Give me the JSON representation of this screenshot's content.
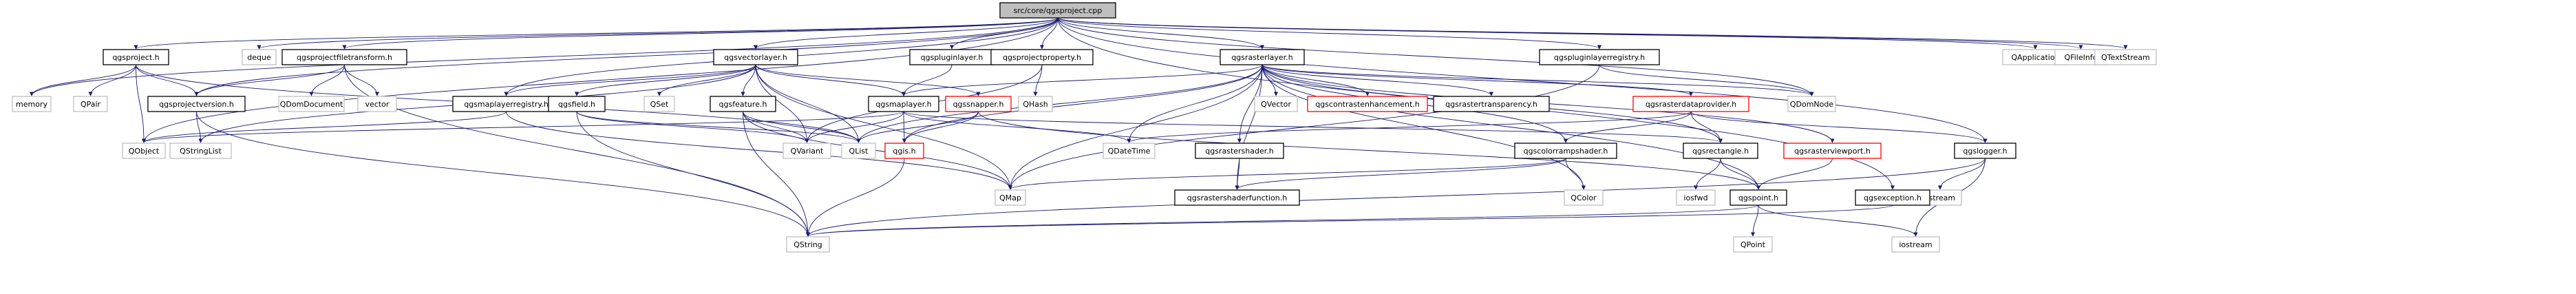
{
  "title": "include dependency graph for qgsproject.cpp",
  "colors": {
    "edge": "#191970",
    "root_fill": "#bfbfbf",
    "root_border": "#000000",
    "node_border": "#000000",
    "plain_border": "#bfbfbf",
    "missing_border": "#ff0000"
  },
  "nodes": [
    {
      "id": "root",
      "label": "src/core/qgsproject.cpp",
      "style": "root"
    },
    {
      "id": "qgsproject_h",
      "label": "qgsproject.h",
      "style": "doc"
    },
    {
      "id": "deque",
      "label": "deque",
      "style": "plain"
    },
    {
      "id": "qgsprojectfiletransform_h",
      "label": "qgsprojectfiletransform.h",
      "style": "doc"
    },
    {
      "id": "qgsvectorlayer_h",
      "label": "qgsvectorlayer.h",
      "style": "doc"
    },
    {
      "id": "qgspluginlayer_h",
      "label": "qgspluginlayer.h",
      "style": "doc"
    },
    {
      "id": "qgsprojectproperty_h",
      "label": "qgsprojectproperty.h",
      "style": "doc"
    },
    {
      "id": "qgsrasterlayer_h",
      "label": "qgsrasterlayer.h",
      "style": "doc"
    },
    {
      "id": "qgspluginlayerregistry_h",
      "label": "qgspluginlayerregistry.h",
      "style": "doc"
    },
    {
      "id": "qapplication",
      "label": "QApplication",
      "style": "plain"
    },
    {
      "id": "qfileinfo",
      "label": "QFileInfo",
      "style": "plain"
    },
    {
      "id": "qtextstream",
      "label": "QTextStream",
      "style": "plain"
    },
    {
      "id": "memory",
      "label": "memory",
      "style": "plain"
    },
    {
      "id": "qpair",
      "label": "QPair",
      "style": "plain"
    },
    {
      "id": "qgsprojectversion_h",
      "label": "qgsprojectversion.h",
      "style": "doc"
    },
    {
      "id": "qdomdocument",
      "label": "QDomDocument",
      "style": "plain"
    },
    {
      "id": "vector",
      "label": "vector",
      "style": "plain"
    },
    {
      "id": "qgsmaplayerregistry_h",
      "label": "qgsmaplayerregistry.h",
      "style": "doc"
    },
    {
      "id": "qgsfield_h",
      "label": "qgsfield.h",
      "style": "doc"
    },
    {
      "id": "qset",
      "label": "QSet",
      "style": "plain"
    },
    {
      "id": "qgsfeature_h",
      "label": "qgsfeature.h",
      "style": "doc"
    },
    {
      "id": "qgsmaplayer_h",
      "label": "qgsmaplayer.h",
      "style": "doc"
    },
    {
      "id": "qgssnapper_h",
      "label": "qgssnapper.h",
      "style": "missing"
    },
    {
      "id": "qhash",
      "label": "QHash",
      "style": "plain"
    },
    {
      "id": "qvector",
      "label": "QVector",
      "style": "plain"
    },
    {
      "id": "qgscontrastenhancement_h",
      "label": "qgscontrastenhancement.h",
      "style": "missing"
    },
    {
      "id": "qgsrastertransparency_h",
      "label": "qgsrastertransparency.h",
      "style": "doc"
    },
    {
      "id": "qgsrasterdataprovider_h",
      "label": "qgsrasterdataprovider.h",
      "style": "missing"
    },
    {
      "id": "qdomnode",
      "label": "QDomNode",
      "style": "plain"
    },
    {
      "id": "qgsobject",
      "label": "QObject",
      "style": "plain"
    },
    {
      "id": "qstringlist",
      "label": "QStringList",
      "style": "plain"
    },
    {
      "id": "qvariant",
      "label": "QVariant",
      "style": "plain"
    },
    {
      "id": "qlist",
      "label": "QList",
      "style": "plain"
    },
    {
      "id": "qgis_h",
      "label": "qgis.h",
      "style": "missing"
    },
    {
      "id": "qdatetime",
      "label": "QDateTime",
      "style": "plain"
    },
    {
      "id": "qgsrastershader_h",
      "label": "qgsrastershader.h",
      "style": "doc"
    },
    {
      "id": "qgscolorrampshader_h",
      "label": "qgscolorrampshader.h",
      "style": "doc"
    },
    {
      "id": "qgsrectangle_h",
      "label": "qgsrectangle.h",
      "style": "doc"
    },
    {
      "id": "qgsrasterviewport_h",
      "label": "qgsrasterviewport.h",
      "style": "missing"
    },
    {
      "id": "qgslogger_h",
      "label": "qgslogger.h",
      "style": "doc"
    },
    {
      "id": "qmap",
      "label": "QMap",
      "style": "plain"
    },
    {
      "id": "qgsrastershaderfunction_h",
      "label": "qgsrastershaderfunction.h",
      "style": "doc"
    },
    {
      "id": "qcolor",
      "label": "QColor",
      "style": "plain"
    },
    {
      "id": "iosfwd",
      "label": "iosfwd",
      "style": "plain"
    },
    {
      "id": "qgspoint_h",
      "label": "qgspoint.h",
      "style": "doc"
    },
    {
      "id": "sstream",
      "label": "sstream",
      "style": "plain"
    },
    {
      "id": "qgsexception_h",
      "label": "qgsexception.h",
      "style": "doc"
    },
    {
      "id": "qstring",
      "label": "QString",
      "style": "plain"
    },
    {
      "id": "iostream",
      "label": "iostream",
      "style": "plain"
    },
    {
      "id": "qpoint",
      "label": "QPoint",
      "style": "plain"
    }
  ],
  "edges": [
    [
      "root",
      "qgsproject_h"
    ],
    [
      "root",
      "deque"
    ],
    [
      "root",
      "qgsprojectfiletransform_h"
    ],
    [
      "root",
      "qgsvectorlayer_h"
    ],
    [
      "root",
      "qgspluginlayer_h"
    ],
    [
      "root",
      "qgsprojectproperty_h"
    ],
    [
      "root",
      "qgsrasterlayer_h"
    ],
    [
      "root",
      "qgspluginlayerregistry_h"
    ],
    [
      "root",
      "qapplication"
    ],
    [
      "root",
      "qfileinfo"
    ],
    [
      "root",
      "qtextstream"
    ],
    [
      "root",
      "memory"
    ],
    [
      "root",
      "qgsobject"
    ],
    [
      "root",
      "qgsprojectversion_h"
    ],
    [
      "root",
      "qgsmaplayerregistry_h"
    ],
    [
      "root",
      "qdomnode"
    ],
    [
      "root",
      "qgslogger_h"
    ],
    [
      "root",
      "qgsexception_h"
    ],
    [
      "qgsproject_h",
      "memory"
    ],
    [
      "qgsproject_h",
      "qpair"
    ],
    [
      "qgsproject_h",
      "qgsobject"
    ],
    [
      "qgsproject_h",
      "qgsprojectversion_h"
    ],
    [
      "qgsproject_h",
      "qlist"
    ],
    [
      "qgsprojectfiletransform_h",
      "qgsprojectversion_h"
    ],
    [
      "qgsprojectfiletransform_h",
      "qdomdocument"
    ],
    [
      "qgsprojectfiletransform_h",
      "vector"
    ],
    [
      "qgsprojectfiletransform_h",
      "qstring"
    ],
    [
      "qgsprojectversion_h",
      "qstringlist"
    ],
    [
      "qgsprojectversion_h",
      "qstring"
    ],
    [
      "qgsvectorlayer_h",
      "qgsmaplayerregistry_h"
    ],
    [
      "qgsvectorlayer_h",
      "qgsfield_h"
    ],
    [
      "qgsvectorlayer_h",
      "qset"
    ],
    [
      "qgsvectorlayer_h",
      "qgsfeature_h"
    ],
    [
      "qgsvectorlayer_h",
      "qgsmaplayer_h"
    ],
    [
      "qgsvectorlayer_h",
      "qgssnapper_h"
    ],
    [
      "qgsvectorlayer_h",
      "qlist"
    ],
    [
      "qgsvectorlayer_h",
      "qstringlist"
    ],
    [
      "qgsvectorlayer_h",
      "qmap"
    ],
    [
      "qgsvectorlayer_h",
      "qvariant"
    ],
    [
      "qgspluginlayer_h",
      "qgsmaplayer_h"
    ],
    [
      "qgsprojectproperty_h",
      "qhash"
    ],
    [
      "qgsprojectproperty_h",
      "qvariant"
    ],
    [
      "qgsrasterlayer_h",
      "qvector"
    ],
    [
      "qgsrasterlayer_h",
      "qgscontrastenhancement_h"
    ],
    [
      "qgsrasterlayer_h",
      "qgsrastertransparency_h"
    ],
    [
      "qgsrasterlayer_h",
      "qgsrasterdataprovider_h"
    ],
    [
      "qgsrasterlayer_h",
      "qgsrastershader_h"
    ],
    [
      "qgsrasterlayer_h",
      "qgscolorrampshader_h"
    ],
    [
      "qgsrasterlayer_h",
      "qgsrasterviewport_h"
    ],
    [
      "qgsrasterlayer_h",
      "qgsmaplayer_h"
    ],
    [
      "qgsrasterlayer_h",
      "qgis_h"
    ],
    [
      "qgsrasterlayer_h",
      "qmap"
    ],
    [
      "qgsrasterlayer_h",
      "qdatetime"
    ],
    [
      "qgsrasterlayer_h",
      "qcolor"
    ],
    [
      "qgsrasterlayer_h",
      "qgspoint_h"
    ],
    [
      "qgsrasterlayer_h",
      "qgsrastershaderfunction_h"
    ],
    [
      "qgsrasterlayer_h",
      "qgsrectangle_h"
    ],
    [
      "qgsrasterlayer_h",
      "qlist"
    ],
    [
      "qgsrasterlayer_h",
      "qdomnode"
    ],
    [
      "qgspluginlayerregistry_h",
      "qdomnode"
    ],
    [
      "qgspluginlayerregistry_h",
      "qmap"
    ],
    [
      "qgsmaplayerregistry_h",
      "qgsobject"
    ],
    [
      "qgsmaplayerregistry_h",
      "qmap"
    ],
    [
      "qgsfield_h",
      "qvariant"
    ],
    [
      "qgsfield_h",
      "qstring"
    ],
    [
      "qgsfield_h",
      "qlist"
    ],
    [
      "qgsfeature_h",
      "qvariant"
    ],
    [
      "qgsfeature_h",
      "qlist"
    ],
    [
      "qgsfeature_h",
      "qmap"
    ],
    [
      "qgsfeature_h",
      "qstring"
    ],
    [
      "qgsmaplayer_h",
      "qgsobject"
    ],
    [
      "qgsmaplayer_h",
      "qvariant"
    ],
    [
      "qgsmaplayer_h",
      "qgis_h"
    ],
    [
      "qgsmaplayer_h",
      "qdatetime"
    ],
    [
      "qgsmaplayer_h",
      "qgsrectangle_h"
    ],
    [
      "qgssnapper_h",
      "qgis_h"
    ],
    [
      "qgssnapper_h",
      "qlist"
    ],
    [
      "qgssnapper_h",
      "qgspoint_h"
    ],
    [
      "qgis_h",
      "qstring"
    ],
    [
      "qgsrasterdataprovider_h",
      "qgsrectangle_h"
    ],
    [
      "qgsrasterdataprovider_h",
      "qdatetime"
    ],
    [
      "qgsrasterdataprovider_h",
      "qgscolorrampshader_h"
    ],
    [
      "qgsrasterdataprovider_h",
      "qgslogger_h"
    ],
    [
      "qgsrastershader_h",
      "qgsrastershaderfunction_h"
    ],
    [
      "qgscolorrampshader_h",
      "qgsrastershaderfunction_h"
    ],
    [
      "qgscolorrampshader_h",
      "qcolor"
    ],
    [
      "qgscolorrampshader_h",
      "qmap"
    ],
    [
      "qgsrectangle_h",
      "iosfwd"
    ],
    [
      "qgsrectangle_h",
      "qgspoint_h"
    ],
    [
      "qgsrasterviewport_h",
      "qgspoint_h"
    ],
    [
      "qgspoint_h",
      "qpoint"
    ],
    [
      "qgspoint_h",
      "qstring"
    ],
    [
      "qgspoint_h",
      "iostream"
    ],
    [
      "qgslogger_h",
      "sstream"
    ],
    [
      "qgslogger_h",
      "iostream"
    ],
    [
      "qgslogger_h",
      "qstring"
    ],
    [
      "qgsexception_h",
      "qstring"
    ]
  ]
}
